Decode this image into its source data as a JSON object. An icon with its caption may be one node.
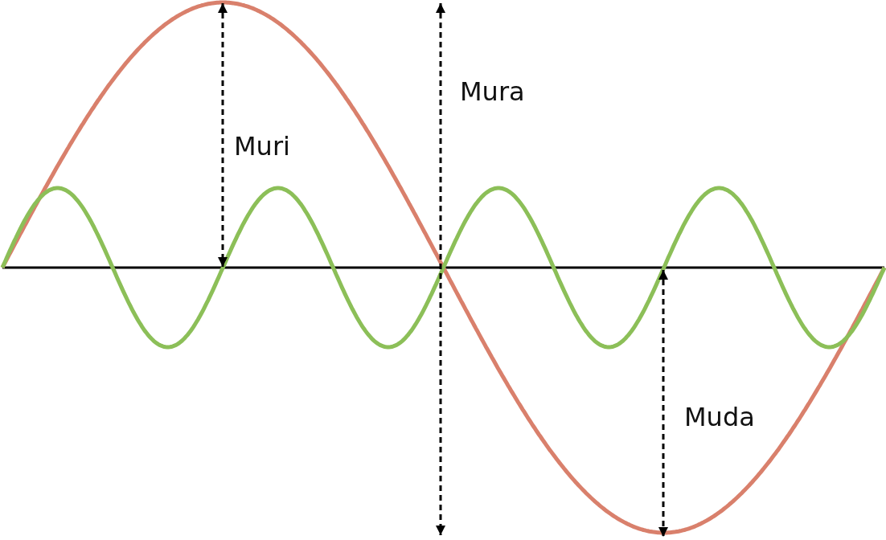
{
  "diagram": {
    "labels": [
      "Mura",
      "Muri",
      "Muda"
    ]
  }
}
